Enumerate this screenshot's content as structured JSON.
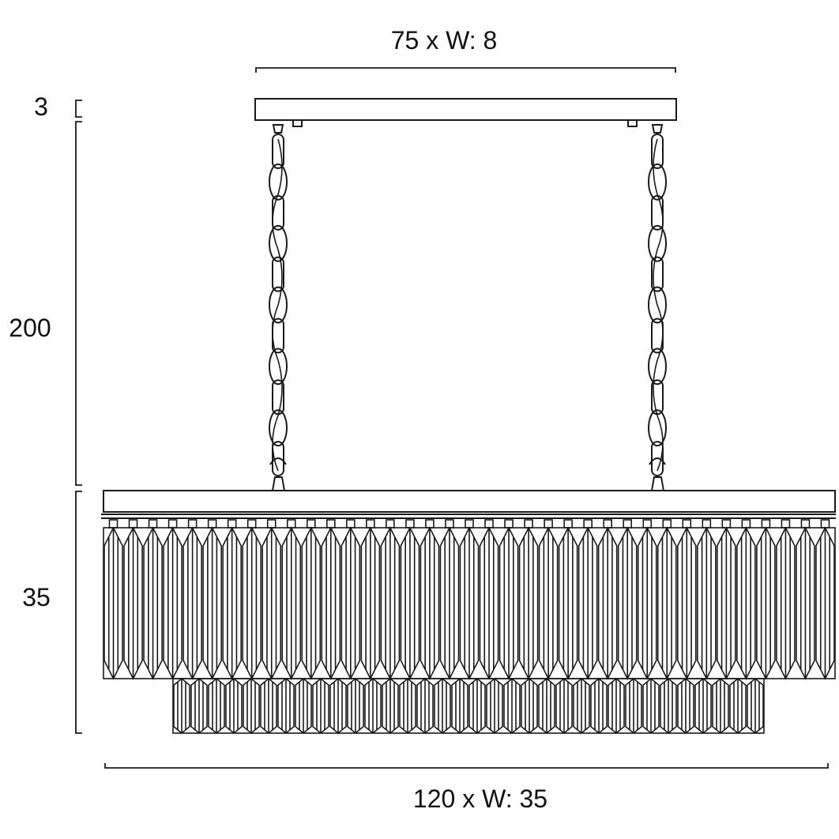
{
  "drawing": {
    "subject": "rectangular crystal chandelier suspended on two chains",
    "dimensions": {
      "canopy": "75 x W: 8",
      "canopy_height": "3",
      "drop": "200",
      "body_height": "35",
      "body": "120 x W: 35"
    },
    "colors": {
      "line": "#1a1a1a",
      "background": "#ffffff"
    }
  }
}
